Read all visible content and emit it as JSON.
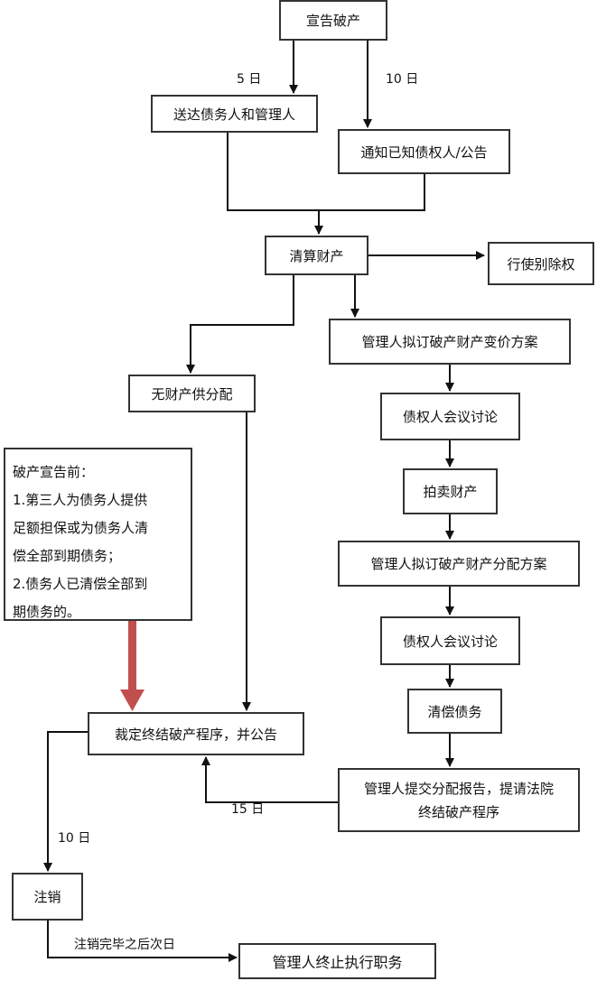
{
  "nodes": {
    "declare": "宣告破产",
    "deliver": "送达债务人和管理人",
    "notify": "通知已知债权人/公告",
    "liquidate": "清算财产",
    "separate_right": "行使别除权",
    "no_property": "无财产供分配",
    "price_plan": "管理人拟订破产财产变价方案",
    "meeting1": "债权人会议讨论",
    "auction": "拍卖财产",
    "dist_plan": "管理人拟订破产财产分配方案",
    "meeting2": "债权人会议讨论",
    "repay": "清偿债务",
    "report_line1": "管理人提交分配报告，提请法院",
    "report_line2": "终结破产程序",
    "terminate": "裁定终结破产程序，并公告",
    "cancel": "注销",
    "stop": "管理人终止执行职务"
  },
  "note": {
    "line1": "破产宣告前：",
    "line2": "1.第三人为债务人提供",
    "line3": "足额担保或为债务人清",
    "line4": "偿全部到期债务；",
    "line5": "2.债务人已清偿全部到",
    "line6": "期债务的。"
  },
  "labels": {
    "five_days": "5 日",
    "ten_days_top": "10 日",
    "fifteen_days": "15 日",
    "ten_days_bottom": "10 日",
    "after_cancel": "注销完毕之后次日"
  },
  "colors": {
    "line": "#111111",
    "highlight_arrow": "#c0504d"
  }
}
